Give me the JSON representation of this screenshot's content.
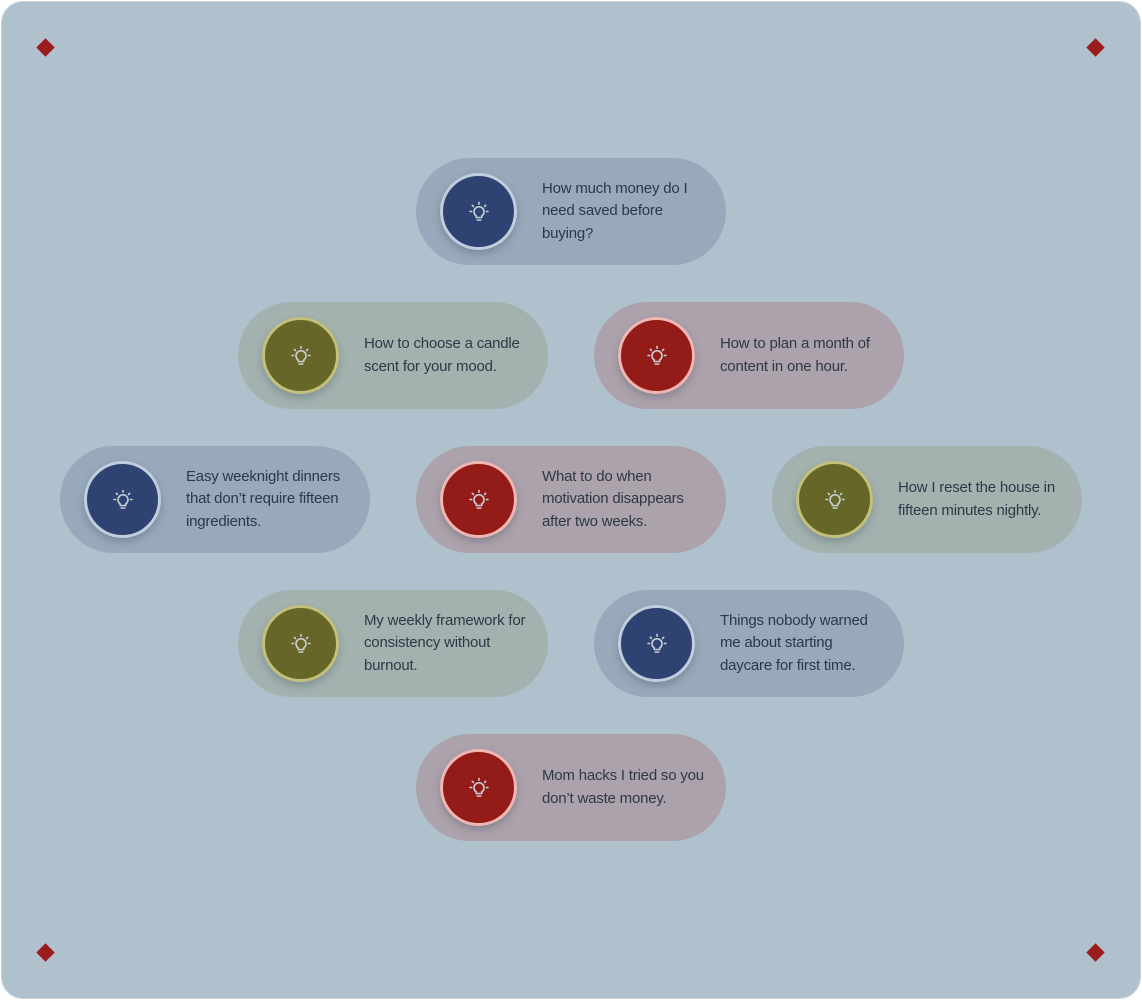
{
  "colors": {
    "background": "#afc1cd",
    "corner_diamond": "#9a1c1c",
    "blue": "#2e4371",
    "olive": "#666628",
    "red": "#931c18"
  },
  "icon": "lightbulb-icon",
  "cards": [
    {
      "id": "money-saved",
      "color": "blue",
      "text": "How much money do I need saved before buying?"
    },
    {
      "id": "candle-scent",
      "color": "olive",
      "text": "How to choose a candle scent for your mood."
    },
    {
      "id": "plan-content",
      "color": "red",
      "text": "How to plan a month of content in one hour."
    },
    {
      "id": "weeknight-dinners",
      "color": "blue",
      "text": "Easy weeknight dinners that don’t require fifteen ingredients."
    },
    {
      "id": "motivation",
      "color": "red",
      "text": "What to do when motivation disappears after two weeks."
    },
    {
      "id": "reset-house",
      "color": "olive",
      "text": "How I reset the house in fifteen minutes nightly."
    },
    {
      "id": "weekly-framework",
      "color": "olive",
      "text": "My weekly framework for consistency without burnout."
    },
    {
      "id": "daycare",
      "color": "blue",
      "text": "Things nobody warned me about starting daycare for first time."
    },
    {
      "id": "mom-hacks",
      "color": "red",
      "text": "Mom hacks I tried so you don’t waste money."
    }
  ]
}
